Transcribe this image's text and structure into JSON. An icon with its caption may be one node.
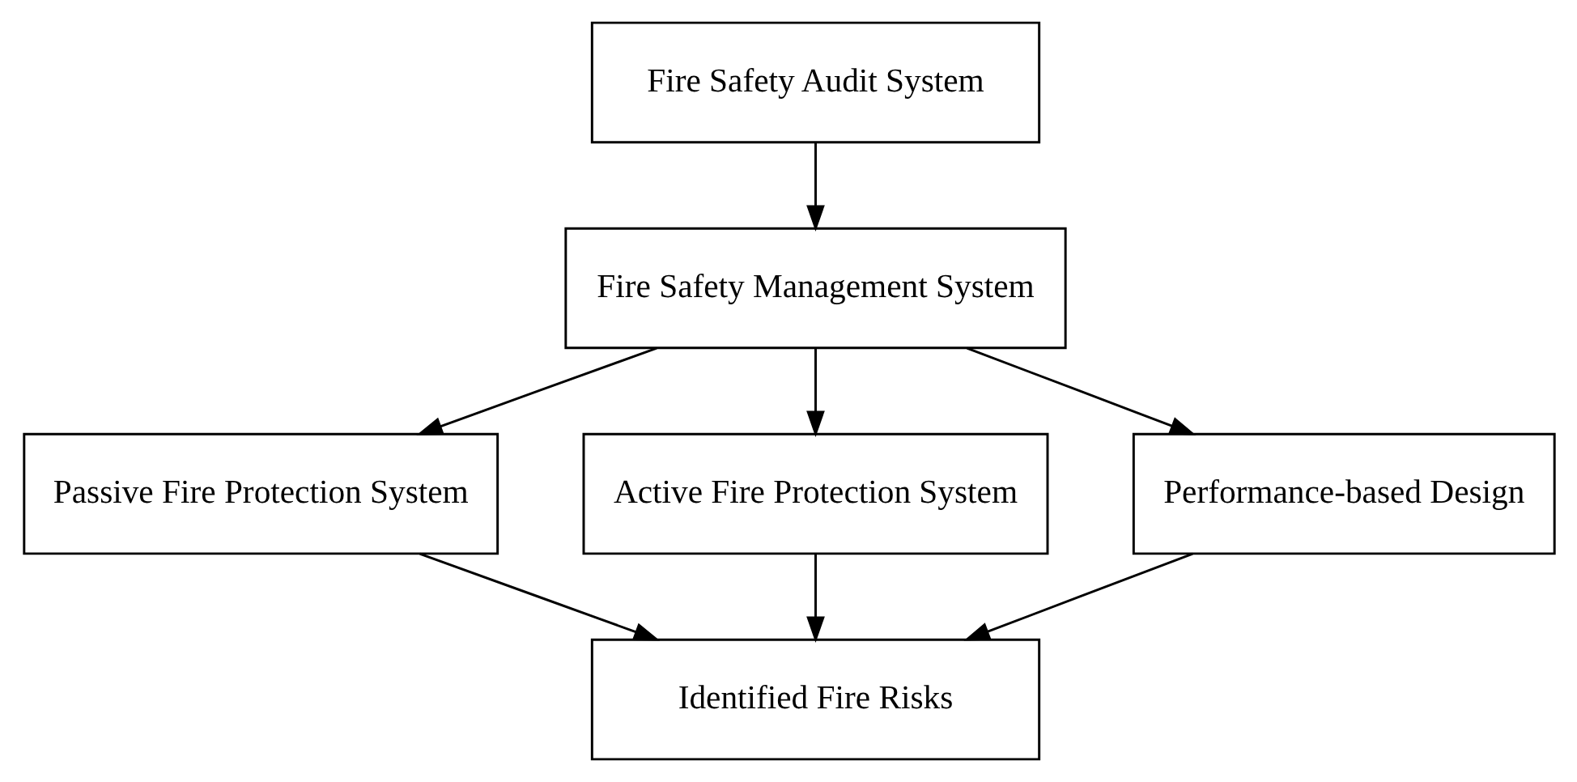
{
  "diagram": {
    "nodes": [
      {
        "text": [
          "Fire Safety Audit System"
        ]
      },
      {
        "text": [
          "Fire Safety Management System"
        ]
      },
      {
        "text": [
          "Passive Fire Protection System"
        ]
      },
      {
        "text": [
          "Active Fire Protection System"
        ]
      },
      {
        "text": [
          "Performance-based Design"
        ]
      },
      {
        "text": [
          "Identified Fire Risks"
        ]
      }
    ],
    "edges": [
      {
        "from": 0,
        "to": 1,
        "arrow": "to"
      },
      {
        "from": 1,
        "to": 2,
        "arrow": "to"
      },
      {
        "from": 1,
        "to": 3,
        "arrow": "to"
      },
      {
        "from": 1,
        "to": 4,
        "arrow": "to"
      },
      {
        "from": 2,
        "to": 5,
        "arrow": "to"
      },
      {
        "from": 3,
        "to": 5,
        "arrow": "to"
      },
      {
        "from": 4,
        "to": 5,
        "arrow": "to"
      }
    ]
  }
}
